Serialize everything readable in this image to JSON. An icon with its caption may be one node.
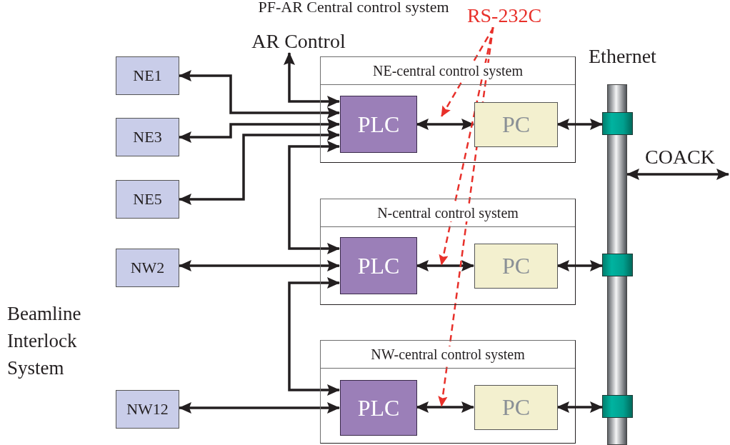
{
  "diagram": {
    "title": "PF-AR Central control system",
    "nodes": [
      {
        "text": [
          "AR Control"
        ]
      },
      {
        "text": [
          "RS-232C"
        ]
      },
      {
        "text": [
          "NE-central control system"
        ]
      },
      {
        "text": [
          "PLC"
        ],
        "in": 2
      },
      {
        "text": [
          "PC"
        ],
        "in": 2
      },
      {
        "text": [
          "N-central control system"
        ]
      },
      {
        "text": [
          "PLC"
        ],
        "in": 5
      },
      {
        "text": [
          "PC"
        ],
        "in": 5
      },
      {
        "text": [
          "NW-central control system"
        ]
      },
      {
        "text": [
          "PLC"
        ],
        "in": 8
      },
      {
        "text": [
          "PC"
        ],
        "in": 8
      },
      {
        "text": [
          "NE1"
        ]
      },
      {
        "text": [
          "NE3"
        ]
      },
      {
        "text": [
          "NE5"
        ]
      },
      {
        "text": [
          "NW2"
        ]
      },
      {
        "text": [
          "NW12"
        ]
      },
      {
        "text": [],
        "shape": "cylinder",
        "beside": [
          "Ethernet"
        ]
      },
      {
        "text": [],
        "shape": "box"
      },
      {
        "text": [],
        "shape": "box"
      },
      {
        "text": [],
        "shape": "box"
      }
    ],
    "edges": [
      {
        "from": 0,
        "to": 3,
        "arrow": "both"
      },
      {
        "from": 11,
        "to": 3,
        "arrow": "both"
      },
      {
        "from": 12,
        "to": 3,
        "arrow": "both"
      },
      {
        "from": 13,
        "to": 3,
        "arrow": "both"
      },
      {
        "from": 3,
        "to": 6,
        "arrow": "both"
      },
      {
        "from": 14,
        "to": 6,
        "arrow": "both"
      },
      {
        "from": 6,
        "to": 9,
        "arrow": "both"
      },
      {
        "from": 15,
        "to": 9,
        "arrow": "both"
      },
      {
        "from": 3,
        "to": 4,
        "arrow": "both"
      },
      {
        "from": 6,
        "to": 7,
        "arrow": "both"
      },
      {
        "from": 9,
        "to": 10,
        "arrow": "both"
      },
      {
        "from": 4,
        "to": 17,
        "arrow": "both"
      },
      {
        "from": 7,
        "to": 18,
        "arrow": "both"
      },
      {
        "from": 10,
        "to": 19,
        "arrow": "both"
      },
      {
        "from": 16,
        "to": null,
        "arrow": "both",
        "label": "COACK"
      },
      {
        "from": 1,
        "to": null,
        "arrow": "to",
        "style": "dashed",
        "color": "#e8302a"
      },
      {
        "from": 1,
        "to": null,
        "arrow": "to",
        "style": "dashed",
        "color": "#e8302a"
      },
      {
        "from": 1,
        "to": null,
        "arrow": "to",
        "style": "dashed",
        "color": "#e8302a"
      }
    ],
    "labels": [
      "Beamline Interlock System"
    ]
  }
}
